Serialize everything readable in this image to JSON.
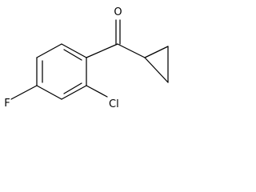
{
  "molecule": {
    "atoms": {
      "oxygen": "O",
      "chlorine": "Cl",
      "fluorine": "F"
    },
    "colors": {
      "bond": "#000000",
      "background": "#ffffff"
    }
  }
}
